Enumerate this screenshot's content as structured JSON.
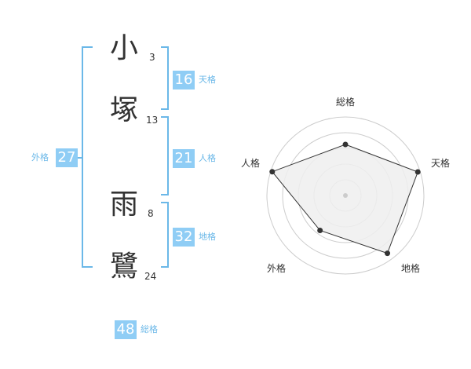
{
  "name": {
    "characters": [
      {
        "char": "小",
        "strokes": "3"
      },
      {
        "char": "塚",
        "strokes": "13"
      },
      {
        "char": "雨",
        "strokes": "8"
      },
      {
        "char": "鷺",
        "strokes": "24"
      }
    ]
  },
  "fortunes": {
    "tenkaku": {
      "value": "16",
      "label": "天格"
    },
    "jinkaku": {
      "value": "21",
      "label": "人格"
    },
    "chikaku": {
      "value": "32",
      "label": "地格"
    },
    "gaikaku": {
      "value": "27",
      "label": "外格"
    },
    "soukaku": {
      "value": "48",
      "label": "総格"
    }
  },
  "radar": {
    "axes": [
      "総格",
      "天格",
      "地格",
      "外格",
      "人格"
    ],
    "values": [
      0.65,
      0.97,
      0.91,
      0.55,
      0.98
    ],
    "fill_color": "#eeeeee",
    "line_color": "#333333",
    "grid_color": "#cccccc"
  },
  "colors": {
    "accent": "#8fcdf5",
    "bracket": "#6bb8e8",
    "text": "#333333"
  }
}
